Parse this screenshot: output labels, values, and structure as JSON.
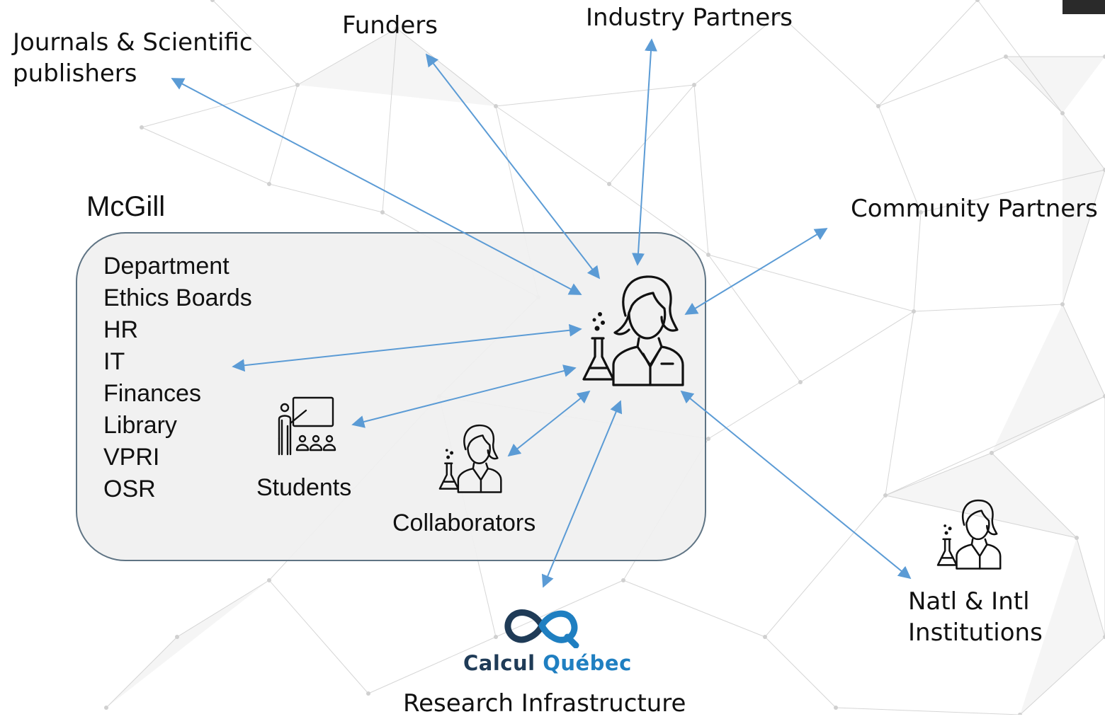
{
  "labels": {
    "journals": "Journals & Scientific\npublishers",
    "funders": "Funders",
    "industry": "Industry Partners",
    "community": "Community Partners",
    "mcgill": "McGill",
    "students": "Students",
    "collaborators": "Collaborators",
    "natl_intl": "Natl & Intl\nInstitutions",
    "research_infra": "Research Infrastructure"
  },
  "mcgill_units": [
    "Department",
    "Ethics Boards",
    "HR",
    "IT",
    "Finances",
    "Library",
    "VPRI",
    "OSR"
  ],
  "logo": {
    "name": "infinity-q-logo",
    "text_part1": "Calcul",
    "text_part2": "Québec",
    "color_dark": "#1f3b57",
    "color_accent": "#1f7fc1"
  },
  "icons": {
    "central": "scientist-with-flask-icon",
    "collaborator": "scientist-with-flask-icon",
    "institution": "scientist-with-flask-icon",
    "students": "teacher-with-students-icon"
  },
  "colors": {
    "arrow": "#5b9bd5",
    "box_border": "#5f7484",
    "box_fill": "#f0f0f0",
    "text": "#111111"
  }
}
